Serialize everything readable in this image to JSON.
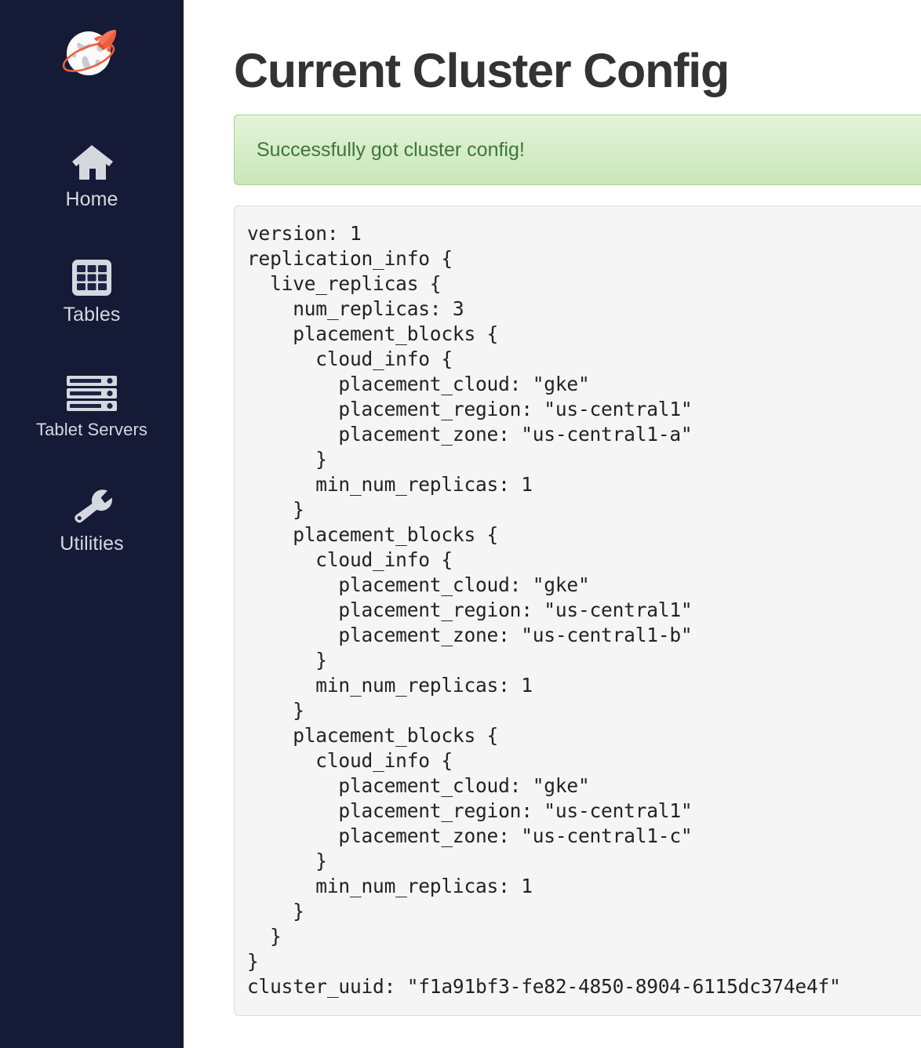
{
  "sidebar": {
    "logo": {
      "icon": "globe-rocket-logo",
      "alt": "YugabyteDB logo"
    },
    "items": [
      {
        "icon": "home-icon",
        "label": "Home"
      },
      {
        "icon": "table-grid-icon",
        "label": "Tables"
      },
      {
        "icon": "server-stack-icon",
        "label": "Tablet Servers"
      },
      {
        "icon": "wrench-icon",
        "label": "Utilities"
      }
    ]
  },
  "main": {
    "title": "Current Cluster Config",
    "alert": {
      "message": "Successfully got cluster config!",
      "type": "success",
      "bg_color": "#dff0d8",
      "text_color": "#3c763d",
      "border_color": "#a9d48c"
    },
    "config": {
      "text": "version: 1\nreplication_info {\n  live_replicas {\n    num_replicas: 3\n    placement_blocks {\n      cloud_info {\n        placement_cloud: \"gke\"\n        placement_region: \"us-central1\"\n        placement_zone: \"us-central1-a\"\n      }\n      min_num_replicas: 1\n    }\n    placement_blocks {\n      cloud_info {\n        placement_cloud: \"gke\"\n        placement_region: \"us-central1\"\n        placement_zone: \"us-central1-b\"\n      }\n      min_num_replicas: 1\n    }\n    placement_blocks {\n      cloud_info {\n        placement_cloud: \"gke\"\n        placement_region: \"us-central1\"\n        placement_zone: \"us-central1-c\"\n      }\n      min_num_replicas: 1\n    }\n  }\n}\ncluster_uuid: \"f1a91bf3-fe82-4850-8904-6115dc374e4f\"",
      "version": "1",
      "num_replicas": "3",
      "cluster_uuid": "f1a91bf3-fe82-4850-8904-6115dc374e4f",
      "placement_cloud": "gke",
      "placement_region": "us-central1",
      "zones": [
        "us-central1-a",
        "us-central1-b",
        "us-central1-c"
      ],
      "min_num_replicas": "1"
    }
  },
  "colors": {
    "sidebar_bg": "#151a36",
    "sidebar_text": "#d6d8e0",
    "accent_orange": "#f26a4b",
    "title_text": "#333333",
    "code_bg": "#f5f5f5"
  }
}
